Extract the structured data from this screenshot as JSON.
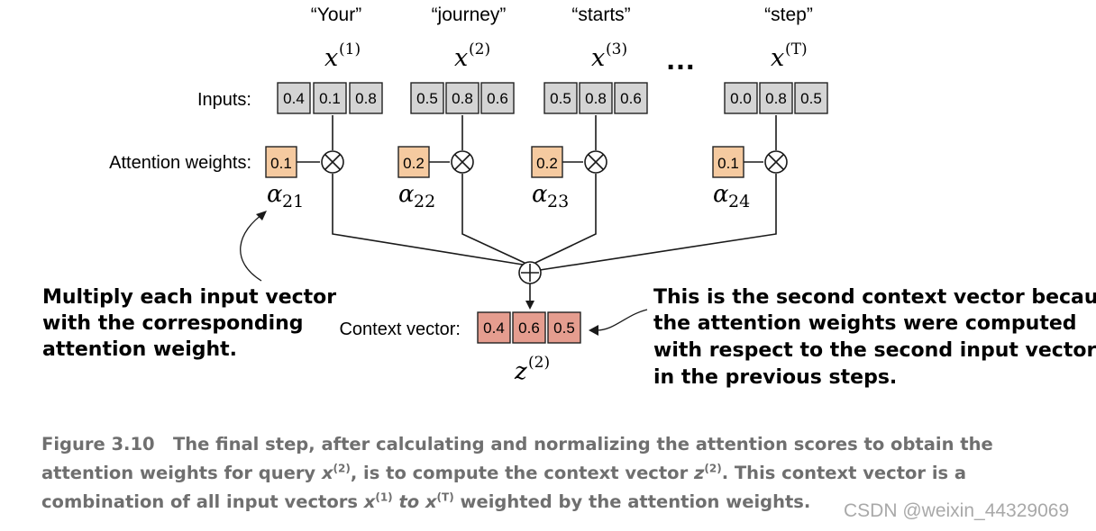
{
  "tokens": [
    {
      "word": "“Your”",
      "sym": "x",
      "sup": "(1)",
      "values": [
        "0.4",
        "0.1",
        "0.8"
      ],
      "weight": "0.1",
      "alpha": "α",
      "alpha_sub": "21"
    },
    {
      "word": "“journey”",
      "sym": "x",
      "sup": "(2)",
      "values": [
        "0.5",
        "0.8",
        "0.6"
      ],
      "weight": "0.2",
      "alpha": "α",
      "alpha_sub": "22"
    },
    {
      "word": "“starts”",
      "sym": "x",
      "sup": "(3)",
      "values": [
        "0.5",
        "0.8",
        "0.6"
      ],
      "weight": "0.2",
      "alpha": "α",
      "alpha_sub": "23"
    },
    {
      "word": "“step”",
      "sym": "x",
      "sup": "(T)",
      "values": [
        "0.0",
        "0.8",
        "0.5"
      ],
      "weight": "0.1",
      "alpha": "α",
      "alpha_sub": "24"
    }
  ],
  "ellipsis": "…",
  "labels": {
    "inputs": "Inputs:",
    "attention_weights": "Attention weights:",
    "context_vector": "Context vector:"
  },
  "context": {
    "values": [
      "0.4",
      "0.6",
      "0.5"
    ],
    "sym": "z",
    "sup": "(2)"
  },
  "annotations": {
    "left": [
      "Multiply each input vector",
      "with the corresponding",
      "attention weight."
    ],
    "right": [
      "This is the second context vector because",
      "the attention weights were computed",
      "with respect to the second input vector",
      "in the previous steps."
    ]
  },
  "caption": {
    "figure": "Figure 3.10",
    "text1": "The final step, after calculating and normalizing the attention scores to obtain the attention weights for query ",
    "x": "x",
    "sup2": "(2)",
    "text2": ", is to compute the context vector ",
    "z": "z",
    "text3": ". This context vector is a combination of all input vectors ",
    "sup1": "(1)",
    "to": " to ",
    "supT": "(T)",
    "text4": " weighted by the attention weights."
  },
  "watermark": "CSDN @weixin_44329069",
  "colors": {
    "input_fill": "#d4d4d4",
    "weight_fill": "#f5caa0",
    "context_fill": "#e59d8f",
    "line": "#1a1a1a",
    "caption_text": "#6f6f6f",
    "watermark": "#a9a9a9"
  }
}
